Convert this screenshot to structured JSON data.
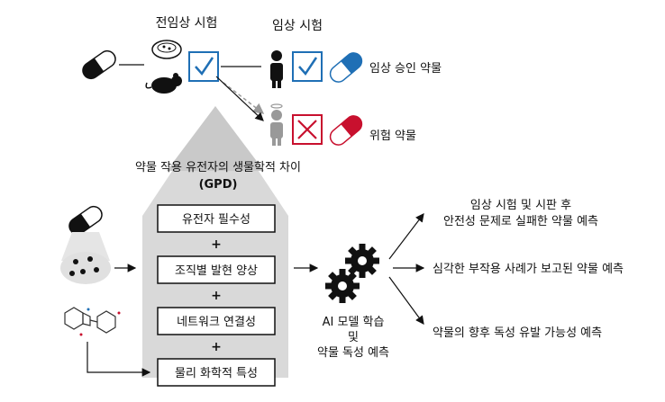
{
  "stages": {
    "preclinical": "전임상 시험",
    "clinical": "임상 시험"
  },
  "outcomes": {
    "approved": "임상 승인 약물",
    "risky": "위험 약물"
  },
  "gpd": {
    "title": "약물 작용 유전자의 생물학적 차이",
    "abbr": "(GPD)"
  },
  "features": [
    {
      "label": "유전자 필수성"
    },
    {
      "label": "조직별 발현 양상"
    },
    {
      "label": "네트워크 연결성"
    },
    {
      "label": "물리 화학적 특성"
    }
  ],
  "plus": "+",
  "model": {
    "line1": "AI 모델 학습",
    "line2": "및",
    "line3": "약물 독성 예측"
  },
  "predictions": [
    {
      "line1": "임상 시험 및 시판 후",
      "line2": "안전성 문제로 실패한 약물 예측"
    },
    {
      "line1": "심각한 부작용 사례가 보고된 약물 예측",
      "line2": ""
    },
    {
      "line1": "약물의 향후 독성 유발 가능성 예측",
      "line2": ""
    }
  ],
  "colors": {
    "approved_pill": "#1f6fb5",
    "risky_pill": "#c8102e",
    "check": "#1f6fb5",
    "cross": "#c8102e",
    "cone": "#d9d9d9"
  }
}
